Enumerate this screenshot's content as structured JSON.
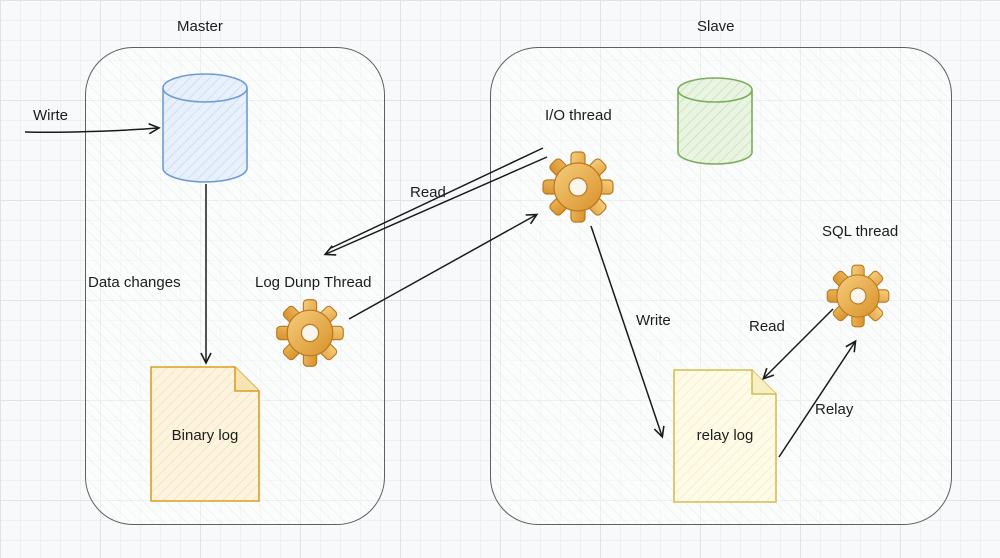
{
  "master": {
    "title": "Master",
    "write_label": "Wirte",
    "data_changes_label": "Data changes",
    "binary_log_label": "Binary log",
    "database_icon": "database-cylinder-icon"
  },
  "link": {
    "read_label": "Read",
    "log_dump_thread_label": "Log Dunp Thread",
    "gear_icon": "gear-icon"
  },
  "slave": {
    "title": "Slave",
    "io_thread_label": "I/O thread",
    "sql_thread_label": "SQL thread",
    "write_label": "Write",
    "read_label": "Read",
    "relay_label": "Relay",
    "relay_log_label": "relay log",
    "database_icon": "database-cylinder-icon"
  },
  "colors": {
    "background": "#f8f9fa",
    "grid_line": "#edf0f2",
    "container_border": "#5f5f5f",
    "text": "#1c1c1c",
    "arrow": "#1a1a1a",
    "master_db_stroke": "#6f9bd1",
    "master_db_fill": "#e7f0fb",
    "slave_db_stroke": "#7cab5e",
    "slave_db_fill": "#eaf4e2",
    "gear_light": "#f6ce7c",
    "gear_dark": "#d8902a",
    "gear_outline": "#b9781e",
    "binary_log_stroke": "#d9a023",
    "binary_log_fill": "#fdf4e0",
    "relay_log_stroke": "#d4bd52",
    "relay_log_fill": "#fefce8"
  }
}
